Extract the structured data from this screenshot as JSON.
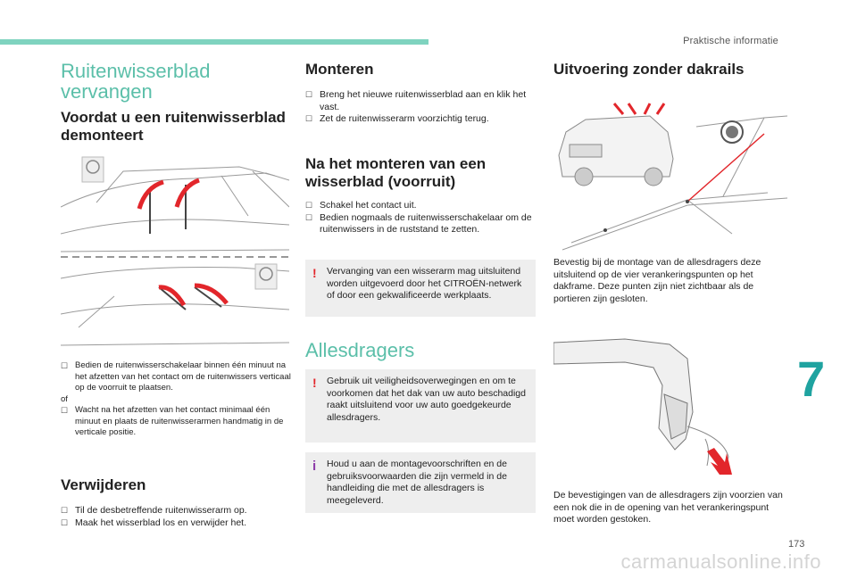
{
  "header": {
    "section": "Praktische informatie"
  },
  "chapter_number": "7",
  "page_number": "173",
  "watermark": "carmanualsonline.info",
  "col1": {
    "title": "Ruitenwisserblad vervangen",
    "subtitle": "Voordat u een ruitenwisserblad demonteert",
    "bullet1": "Bedien de ruitenwisserschakelaar binnen één minuut na het afzetten van het contact om de ruitenwissers verticaal op de voorruit te plaatsen.",
    "of": "of",
    "bullet2": "Wacht na het afzetten van het contact minimaal één minuut en plaats de ruitenwisserarmen handmatig in de verticale positie.",
    "verwijderen_title": "Verwijderen",
    "verwijderen_1": "Til de desbetreffende ruitenwisserarm op.",
    "verwijderen_2": "Maak het wisserblad los en verwijder het."
  },
  "col2": {
    "monteren_title": "Monteren",
    "monteren_1": "Breng het nieuwe ruitenwisserblad aan en klik het vast.",
    "monteren_2": "Zet de ruitenwisserarm voorzichtig terug.",
    "na_title": "Na het monteren van een wisserblad (voorruit)",
    "na_1": "Schakel het contact uit.",
    "na_2": "Bedien nogmaals de ruitenwisserschakelaar om de ruitenwissers in de ruststand te zetten.",
    "warn1": "Vervanging van een wisserarm mag uitsluitend worden uitgevoerd door het CITROËN-netwerk of door een gekwalificeerde werkplaats.",
    "allesdragers_title": "Allesdragers",
    "warn2": "Gebruik uit veiligheidsoverwegingen en om te voorkomen dat het dak van uw auto beschadigd raakt uitsluitend voor uw auto goedgekeurde allesdragers.",
    "info1": "Houd u aan de montagevoorschriften en de gebruiksvoorwaarden die zijn vermeld in de handleiding die met de allesdragers is meegeleverd."
  },
  "col3": {
    "title": "Uitvoering zonder dakrails",
    "text1": "Bevestig bij de montage van de allesdragers deze uitsluitend op de vier verankeringspunten op het dakframe. Deze punten zijn niet zichtbaar als de portieren zijn gesloten.",
    "text2": "De bevestigingen van de allesdragers zijn voorzien van een nok die in de opening van het verankeringspunt moet worden gestoken."
  },
  "colors": {
    "accent": "#5bbfa9",
    "chapter": "#1fa3a0",
    "warning": "#e2262b",
    "info": "#8b3aa8",
    "arrow": "#e2262b"
  }
}
